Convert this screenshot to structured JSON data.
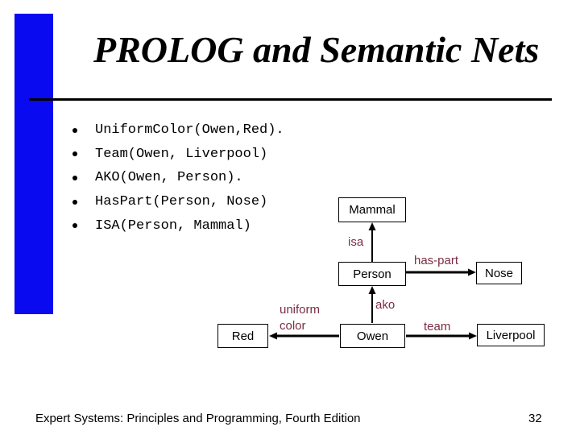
{
  "slide": {
    "title": "PROLOG and Semantic Nets",
    "footer": "Expert Systems: Principles and Programming, Fourth Edition",
    "page_number": "32"
  },
  "bullets": {
    "items": [
      {
        "text": "UniformColor(Owen,Red)."
      },
      {
        "text": "Team(Owen, Liverpool)"
      },
      {
        "text": "AKO(Owen, Person)."
      },
      {
        "text": "HasPart(Person, Nose)"
      },
      {
        "text": "ISA(Person, Mammal)"
      }
    ]
  },
  "diagram": {
    "nodes": {
      "mammal": "Mammal",
      "person": "Person",
      "nose": "Nose",
      "red": "Red",
      "owen": "Owen",
      "liverpool": "Liverpool"
    },
    "edges": {
      "isa": "isa",
      "has_part": "has-part",
      "ako": "ako",
      "uniform_color": "uniform\ncolor",
      "team": "team"
    }
  },
  "colors": {
    "accent_bar": "#0A0AF0",
    "edge_label": "#7B2D43",
    "line": "#000000"
  }
}
